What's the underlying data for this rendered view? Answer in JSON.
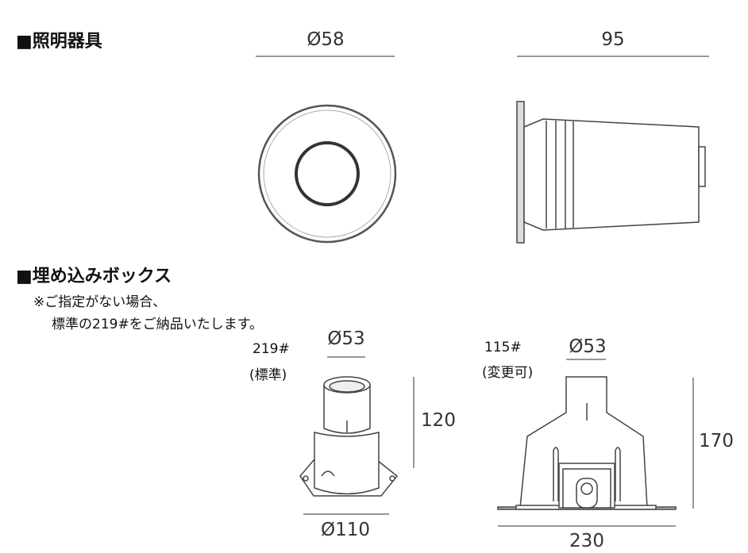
{
  "sections": {
    "fixture": {
      "heading": "■照明器具",
      "dim_diameter": "Ø58",
      "dim_length": "95"
    },
    "box": {
      "heading": "■埋め込みボックス",
      "note_line1": "※ご指定がない場合、",
      "note_line2": "標準の219#をご納品いたします。"
    }
  },
  "box_standard": {
    "model": "219#",
    "tag": "(標準)",
    "dim_top": "Ø53",
    "dim_height": "120",
    "dim_base": "Ø110"
  },
  "box_optional": {
    "model": "115#",
    "tag": "(変更可)",
    "dim_top": "Ø53",
    "dim_height": "170",
    "dim_base": "230"
  }
}
